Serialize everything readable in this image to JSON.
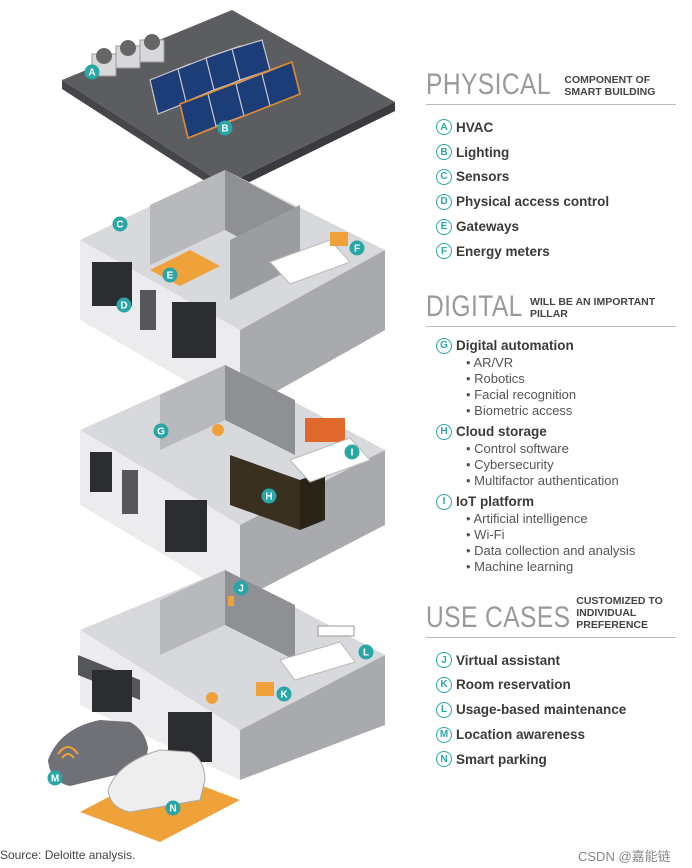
{
  "sections": {
    "physical": {
      "title": "PHYSICAL",
      "subtitle": "COMPONENT OF SMART BUILDING",
      "items": [
        {
          "letter": "A",
          "label": "HVAC"
        },
        {
          "letter": "B",
          "label": "Lighting"
        },
        {
          "letter": "C",
          "label": "Sensors"
        },
        {
          "letter": "D",
          "label": "Physical access control"
        },
        {
          "letter": "E",
          "label": "Gateways"
        },
        {
          "letter": "F",
          "label": "Energy meters"
        }
      ]
    },
    "digital": {
      "title": "DIGITAL",
      "subtitle": "WILL BE AN IMPORTANT PILLAR",
      "items": [
        {
          "letter": "G",
          "label": "Digital automation",
          "subitems": [
            "AR/VR",
            "Robotics",
            "Facial recognition",
            "Biometric access"
          ]
        },
        {
          "letter": "H",
          "label": "Cloud storage",
          "subitems": [
            "Control software",
            "Cybersecurity",
            "Multifactor authentication"
          ]
        },
        {
          "letter": "I",
          "label": "IoT platform",
          "subitems": [
            "Artificial intelligence",
            "Wi-Fi",
            "Data collection and analysis",
            "Machine learning"
          ]
        }
      ]
    },
    "usecases": {
      "title": "USE CASES",
      "subtitle": "CUSTOMIZED TO INDIVIDUAL PREFERENCE",
      "items": [
        {
          "letter": "J",
          "label": "Virtual assistant"
        },
        {
          "letter": "K",
          "label": "Room reservation"
        },
        {
          "letter": "L",
          "label": "Usage-based maintenance"
        },
        {
          "letter": "M",
          "label": "Location awareness"
        },
        {
          "letter": "N",
          "label": "Smart parking"
        }
      ]
    }
  },
  "source": "Source: Deloitte analysis.",
  "watermark": "CSDN @嘉能链",
  "colors": {
    "teal": "#2aa6a6",
    "orange": "#f0a23a",
    "wall_light": "#e4e4e6",
    "wall_mid": "#a9aaae",
    "wall_dark": "#6f7074",
    "roof": "#5c5d60"
  }
}
